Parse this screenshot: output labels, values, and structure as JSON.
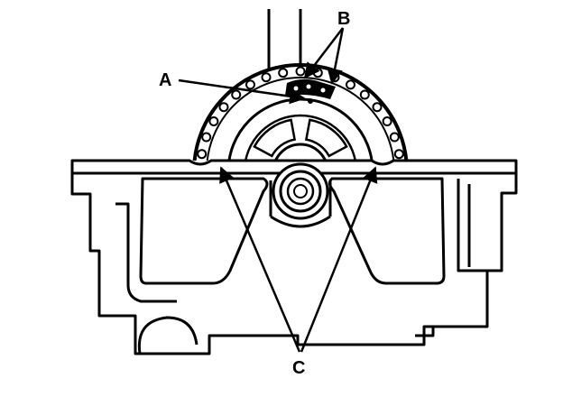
{
  "callouts": {
    "a": "A",
    "b": "B",
    "c": "C"
  },
  "colors": {
    "ink": "#000000",
    "paper": "#ffffff"
  }
}
